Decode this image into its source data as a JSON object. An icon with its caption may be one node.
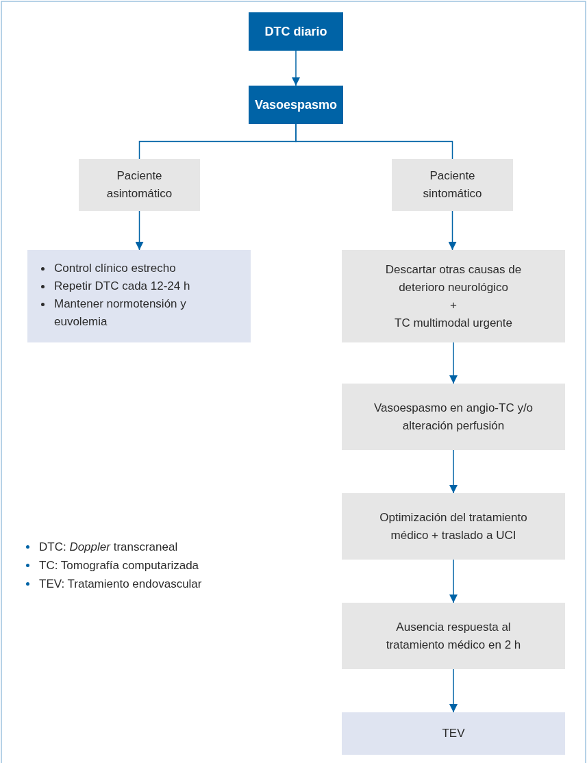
{
  "diagram": {
    "nodes": [
      {
        "text": [
          "DTC diario"
        ]
      },
      {
        "text": [
          "Vasoespasmo"
        ]
      },
      {
        "text": [
          "Paciente asintomático"
        ]
      },
      {
        "text": [
          "Paciente sintomático"
        ]
      },
      {
        "text": [
          "Control clínico estrecho",
          "Repetir DTC cada 12-24 h",
          "Mantener normotensión y euvolemia"
        ]
      },
      {
        "text": [
          "Descartar otras causas de deterioro neurológico",
          "+",
          "TC multimodal urgente"
        ]
      },
      {
        "text": [
          "Vasoespasmo en angio-TC y/o alteración perfusión"
        ]
      },
      {
        "text": [
          "Optimización del tratamiento médico + traslado a UCI"
        ]
      },
      {
        "text": [
          "Ausencia respuesta al tratamiento médico en 2 h"
        ]
      },
      {
        "text": [
          "TEV"
        ]
      }
    ],
    "edges": [
      {
        "from": 0,
        "to": 1,
        "arrow": "to"
      },
      {
        "from": 1,
        "to": 2,
        "arrow": "none"
      },
      {
        "from": 1,
        "to": 3,
        "arrow": "none"
      },
      {
        "from": 2,
        "to": 4,
        "arrow": "to"
      },
      {
        "from": 3,
        "to": 5,
        "arrow": "to"
      },
      {
        "from": 5,
        "to": 6,
        "arrow": "to"
      },
      {
        "from": 6,
        "to": 7,
        "arrow": "to"
      },
      {
        "from": 7,
        "to": 8,
        "arrow": "to"
      },
      {
        "from": 8,
        "to": 9,
        "arrow": "to"
      }
    ],
    "labels": [
      "DTC: *Doppler* transcraneal",
      "TC: Tomografía computarizada",
      "TEV: Tratamiento endovascular"
    ]
  }
}
